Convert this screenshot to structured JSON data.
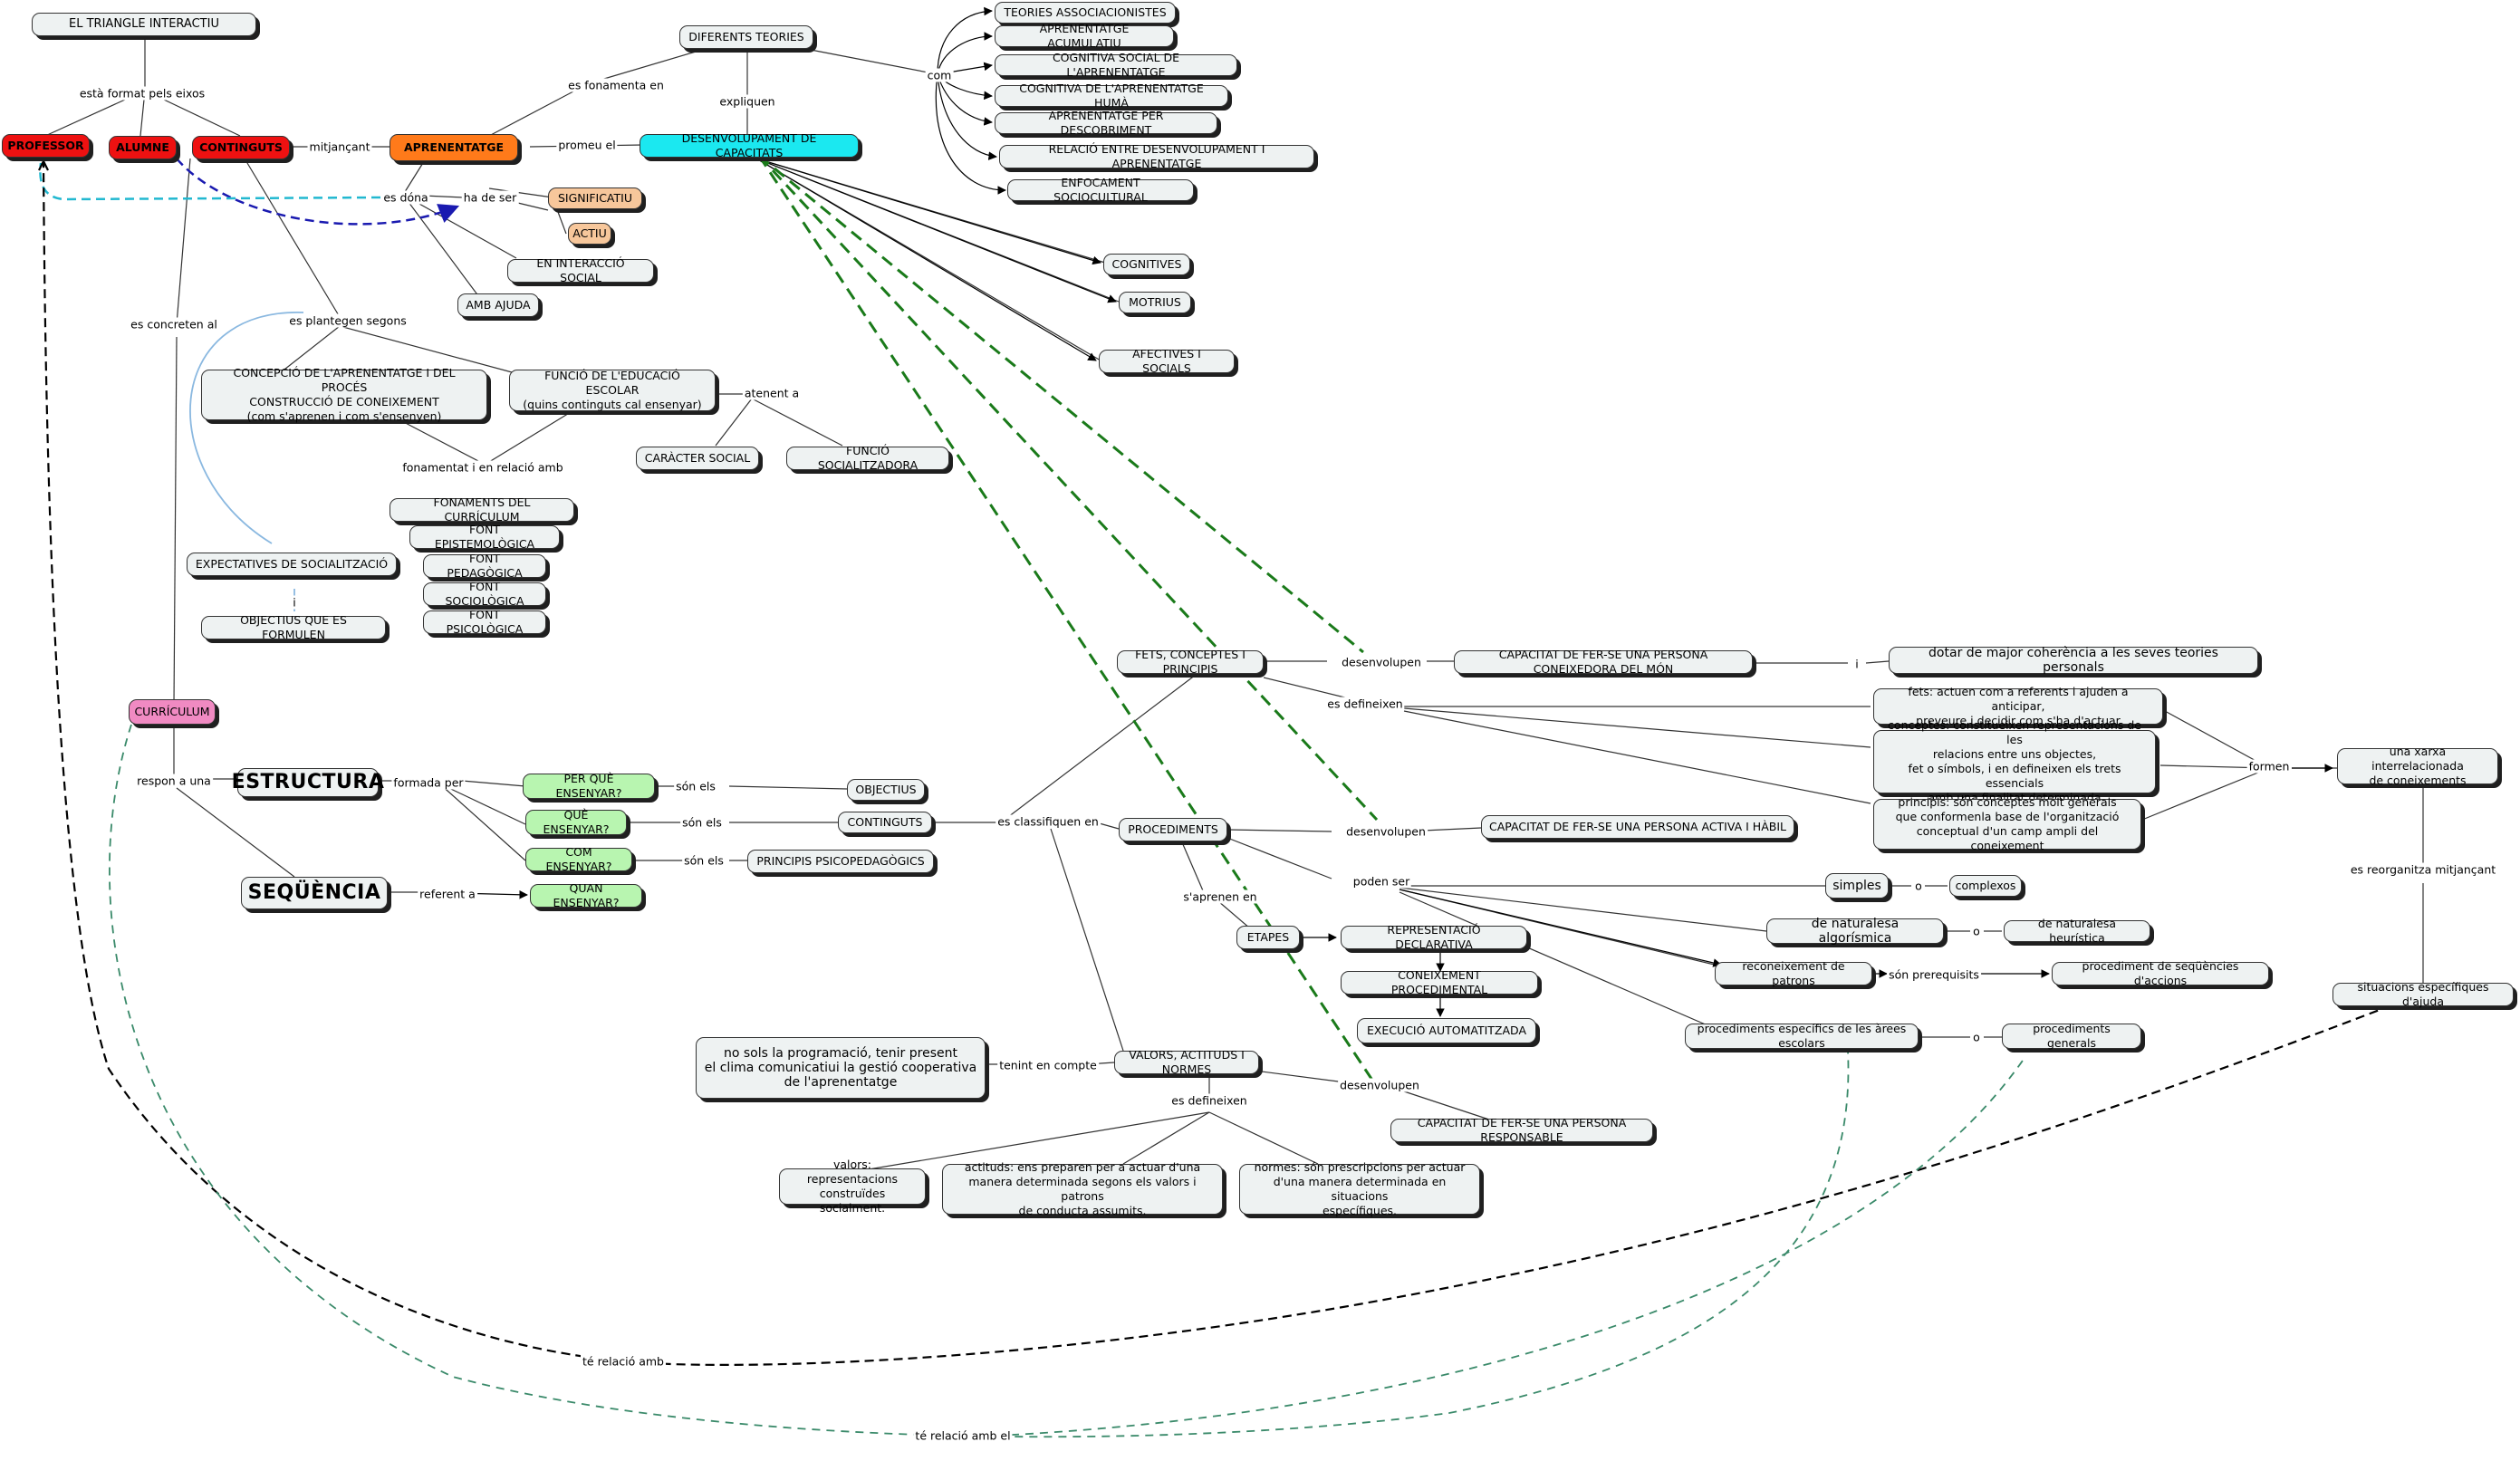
{
  "title_node": "EL TRIANGLE INTERACTIU",
  "nodes": {
    "professor": "PROFESSOR",
    "alumne": "ALUMNE",
    "continguts": "CONTINGUTS",
    "aprenentatge": "APRENENTATGE",
    "diferents_teories": "DIFERENTS TEORIES",
    "desenvolupament": "DESENVOLUPAMENT DE CAPACITATS",
    "teories_assoc": "TEORIES ASSOCIACIONISTES",
    "aprenentatge_acum": "APRENENTATGE ACUMULATIU",
    "cognitiva_social": "COGNITIVA SOCIAL DE L'APRENENTATGE",
    "cognitiva_huma": "COGNITIVA DE L'APRENENTATGE HUMÀ",
    "aprenentatge_desc": "APRENENTATGE PER DESCOBRIMENT",
    "relacio_desenv": "RELACIÓ ENTRE DESENVOLUPAMENT I APRENENTATGE",
    "enfocament": "ENFOCAMENT SOCIOCULTURAL",
    "significatiu": "SIGNIFICATIU",
    "actiu": "ACTIU",
    "interaccio_social": "EN INTERACCIÓ SOCIAL",
    "amb_ajuda": "AMB AJUDA",
    "cognitives": "COGNITIVES",
    "motrius": "MOTRIUS",
    "afectives": "AFECTIVES I SOCIALS",
    "concepcio": "CONCEPCIÓ DE L'APRENENTATGE I DEL PROCÉS\nCONSTRUCCIÓ DE CONEIXEMENT\n(com s'aprenen i com s'ensenyen)",
    "funcio_educacio": "FUNCIÓ DE L'EDUCACIÓ ESCOLAR\n(quins continguts cal ensenyar)",
    "caracter_social": "CARÀCTER SOCIAL",
    "funcio_socialitz": "FUNCIÓ SOCIALITZADORA",
    "fonaments": "FONAMENTS DEL CURRÍCULUM",
    "font_epistem": "FONT EPISTEMOLÒGICA",
    "font_pedag": "FONT PEDAGÒGICA",
    "font_sociol": "FONT SOCIOLÒGICA",
    "font_psicol": "FONT PSICOLÒGICA",
    "expectatives": "EXPECTATIVES DE SOCIALITZACIÓ",
    "objectius_formulen": "OBJECTIUS QUE ES FORMULEN",
    "curriculum": "CURRÍCULUM",
    "estructura": "ESTRUCTURA",
    "sequencia": "SEQÜÈNCIA",
    "per_que": "PER QUÈ ENSENYAR?",
    "que": "QUÈ ENSENYAR?",
    "com": "COM ENSENYAR?",
    "quan": "QUAN ENSENYAR?",
    "objectius": "OBJECTIUS",
    "continguts2": "CONTINGUTS",
    "principis_psico": "PRINCIPIS PSICOPEDAGÒGICS",
    "fets": "FETS, CONCEPTES I PRINCIPIS",
    "procediments": "PROCEDIMENTS",
    "valors": "VALORS, ACTITUDS I NORMES",
    "capacitat_coneixedora": "CAPACITAT DE FER-SE UNA PERSONA CONEIXEDORA DEL MÓN",
    "coherencia": "dotar de major coherència a les seves teories personals",
    "capacitat_activa": "CAPACITAT DE FER-SE UNA PERSONA ACTIVA I HÀBIL",
    "capacitat_responsable": "CAPACITAT DE FER-SE UNA PERSONA RESPONSABLE",
    "def_fets": "fets: actuen com a referents i ajuden a anticipar,\npreveure i decidir com s'ha d'actuar",
    "def_conceptes": "conceptes: constitueixen representacions de les\nrelacions entre uns objectes,\nfet o símbols, i en defineixen els trets essencials\namb una finalitat determinada",
    "def_principis": "principis: són conceptes molt generals\nque conformenla base de l'organització\nconceptual d'un camp ampli del coneixement",
    "xarxa": "una xarxa interrelacionada\nde coneixements",
    "situacions": "situacions específiques d'ajuda",
    "simples": "simples",
    "complexos": "complexos",
    "algorismica": "de naturalesa algorísmica",
    "heuristica": "de naturalesa heurística",
    "reconeixement": "reconeixement de patrons",
    "seqüencies": "procediment de seqüències d'accions",
    "proc_especifics": "procediments específics de les àrees escolars",
    "proc_generals": "procediments generals",
    "etapes": "ETAPES",
    "repr_declarativa": "REPRESENTACIÓ DECLARATIVA",
    "con_procedimental": "CONEIXEMENT PROCEDIMENTAL",
    "execucio": "EXECUCIÓ AUTOMATITZADA",
    "programacio": "no sols la programació, tenir present\nel clima comunicatiui la gestió cooperativa\nde l'aprenentatge",
    "def_valors": "valors: representacions\nconstruïdes socialment.",
    "def_actituds": "actituds: ens preparen per a actuar d'una\nmanera determinada segons els valors i patrons\nde conducta assumits.",
    "def_normes": "normes: són prescripcions per actuar\nd'una manera determinada en situacions\nespecífiques."
  },
  "links": {
    "esta_format": "està format pels eixos",
    "mitjancant": "mitjançant",
    "es_fonamenta": "es fonamenta en",
    "expliquen": "expliquen",
    "com": "com",
    "promeu": "promeu el",
    "es_dona": "es dóna",
    "ha_de_ser": "ha de ser",
    "es_concreten": "es concreten al",
    "es_plantegen": "es plantegen segons",
    "atenent": "atenent a",
    "fonamentat": "fonamentat i en relació amb",
    "respon": "respon a una",
    "formada": "formada per",
    "referent": "referent a",
    "son_els1": "són els",
    "son_els2": "són els",
    "son_els3": "són els",
    "classifiquen": "es classifiquen en",
    "desenvolupen1": "desenvolupen",
    "desenvolupen2": "desenvolupen",
    "desenvolupen3": "desenvolupen",
    "i": "i",
    "es_defineixen1": "es defineixen",
    "es_defineixen2": "es defineixen",
    "formen": "formen",
    "reorganitza": "es reorganitza mitjançant",
    "poden_ser": "poden ser",
    "o1": "o",
    "o2": "o",
    "o3": "o",
    "prerequisits": "són prerequisits",
    "saprenen": "s'aprenen en",
    "tenint": "tenint en compte",
    "te_relacio": "té relació amb",
    "te_relacio_el": "té relació amb el",
    "i2": "i"
  },
  "colors": {
    "red": "#ee1111",
    "orange": "#ff7a1a",
    "peach": "#f7c79b",
    "cyan": "#1be8f0",
    "pink": "#f08ac2",
    "green_node": "#b8f5b0",
    "green_dash": "#1a7a1a",
    "blue_dash": "#1a1ab0",
    "cyan_dash": "#22b8d0",
    "teal_dash": "#3a8a6a"
  }
}
